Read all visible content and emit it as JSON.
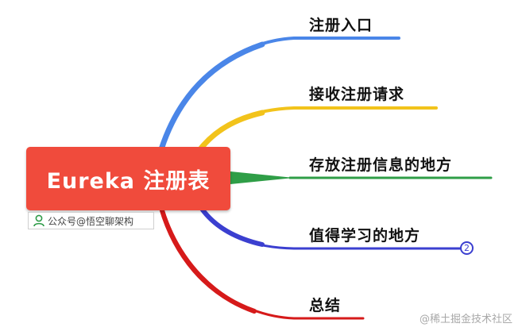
{
  "root": {
    "label": "Eureka 注册表"
  },
  "branches": [
    {
      "label": "注册入口",
      "color": "#4a86e8"
    },
    {
      "label": "接收注册请求",
      "color": "#f2c31b"
    },
    {
      "label": "存放注册信息的地方",
      "color": "#2f9e47"
    },
    {
      "label": "值得学习的地方",
      "color": "#3b3fd0",
      "collapsed_count": "2"
    },
    {
      "label": "总结",
      "color": "#d61a1a"
    }
  ],
  "source_tag": {
    "text": "公众号@悟空聊架构",
    "icon": "user-icon"
  },
  "watermark": "@稀土掘金技术社区"
}
